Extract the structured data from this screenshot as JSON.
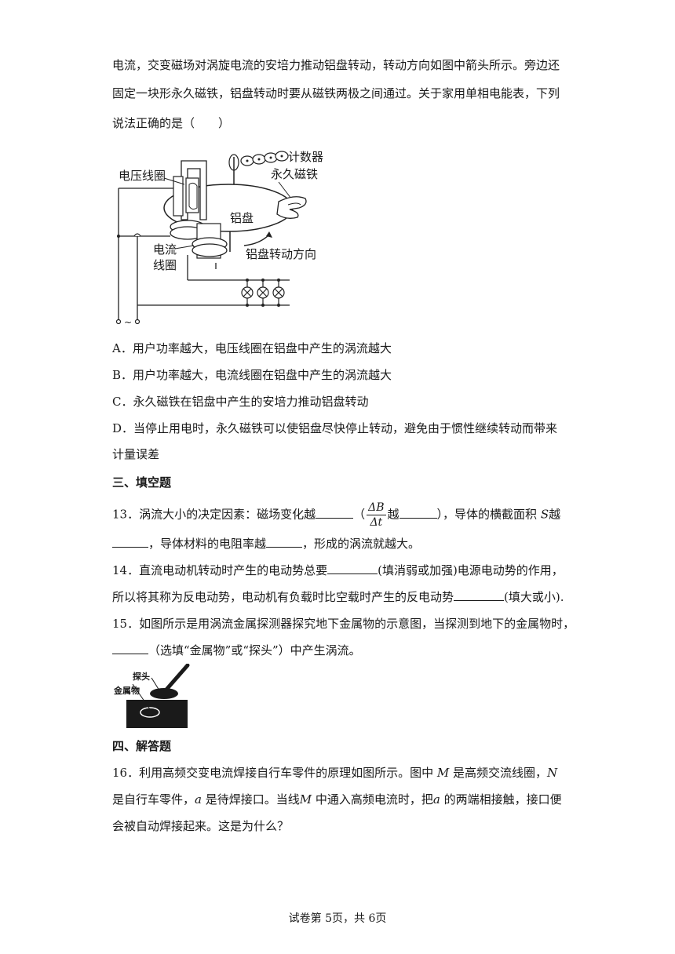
{
  "question12": {
    "intro_lines": [
      "电流，交变磁场对涡旋电流的安培力推动铝盘转动，转动方向如图中箭头所示。旁边还",
      "固定一块形永久磁铁，铝盘转动时要从磁铁两极之间通过。关于家用单相电能表，下列",
      "说法正确的是（　　）"
    ],
    "figure_labels": {
      "counter": "计数器",
      "magnet": "永久磁铁",
      "voltage_coil": "电压线圈",
      "disc": "铝盘",
      "current_coil_1": "电流",
      "current_coil_2": "线圈",
      "rotation": "铝盘转动方向",
      "ac": "~"
    },
    "options": {
      "A": "A．用户功率越大，电压线圈在铝盘中产生的涡流越大",
      "B": "B．用户功率越大，电流线圈在铝盘中产生的涡流越大",
      "C": "C．永久磁铁在铝盘中产生的安培力推动铝盘转动",
      "D_1": "D．当停止用电时，永久磁铁可以使铝盘尽快停止转动，避免由于惯性继续转动而带来",
      "D_2": "计量误差"
    }
  },
  "section3": {
    "title": "三、填空题"
  },
  "question13": {
    "part1": "13．涡流大小的决定因素：磁场变化越",
    "paren_open": "（",
    "frac_num": "ΔB",
    "frac_den": "Δt",
    "part2": "越",
    "part3": "），导体的横截面积",
    "var_s": "S",
    "part4": "越",
    "part5": "，导体材料的电阻率越",
    "part6": "，形成的涡流就越大。"
  },
  "question14": {
    "part1": "14．直流电动机转动时产生的电动势总要",
    "part2": "(填消弱或加强)电源电动势的作用，",
    "part3": "所以将其称为反电动势，电动机有负载时比空载时产生的反电动势",
    "part4": "(填大或小)."
  },
  "question15": {
    "part1": "15．如图所示是用涡流金属探测器探究地下金属物的示意图，当探测到地下的金属物时，",
    "part2": "（选填“金属物”或“探头”）中产生涡流。",
    "figure_labels": {
      "probe": "探头",
      "metal": "金属物"
    }
  },
  "section4": {
    "title": "四、解答题"
  },
  "question16": {
    "l1_a": "16．利用高频交变电流焊接自行车零件的原理如图所示。图中",
    "var_m": "M",
    "l1_b": "是高频交流线圈，",
    "var_n": "N",
    "l2_a": "是自行车零件，",
    "var_a": "a",
    "l2_b": "是待焊接口。当线",
    "var_m2": "M",
    "l2_c": "中通入高频电流时，把",
    "var_a2": "a",
    "l2_d": "的两端相接触，接口便",
    "l3": "会被自动焊接起来。这是为什么？"
  },
  "footer": {
    "text": "试卷第 5页，共 6页"
  }
}
